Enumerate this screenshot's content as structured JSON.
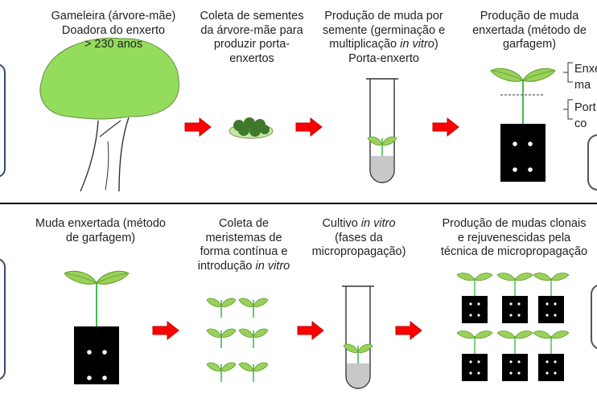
{
  "row1": {
    "step1": "Gameleira (árvore-mãe)\nDoadora do enxerto\n> 230 anos",
    "step2": "Coleta de sementes\nda árvore-mãe para\nproduzir porta-\nenxertos",
    "step3_a": "Produção de muda por\nsemente (germinação e\nmultiplicação ",
    "step3_italic": "in vitro",
    "step3_b": ")\nPorta-enxerto",
    "step4": "Produção de muda\nenxertada (método de\ngarfagem)",
    "side_top": "Enxe\nma",
    "side_bottom": "Port\nco"
  },
  "row2": {
    "step1": "Muda enxertada (método\nde garfagem)",
    "step2_a": "Coleta de\nmeristemas de\nforma contínua e\nintrodução ",
    "step2_italic": "in vitro",
    "step3_a": "Cultivo ",
    "step3_italic": "in vitro",
    "step3_b": "\n(fases da\nmicropropagação)",
    "step4": "Produção de mudas clonais\ne rejuvenescidas pela\ntécnica de micropropagação"
  },
  "colors": {
    "leaf": "#9bd15a",
    "leaf_dark": "#5a9a2a",
    "stem": "#3fbf4a",
    "tree": "#93dc5c",
    "seed": "#3e7a2a",
    "arrow": "#ff0000",
    "pot": "#000000",
    "divider": "#000000"
  },
  "icons": [
    "tree-illustration",
    "seed-dish",
    "test-tube",
    "grafted-seedling",
    "arrow-right-icon",
    "shoot-cluster",
    "clonal-seedlings"
  ]
}
